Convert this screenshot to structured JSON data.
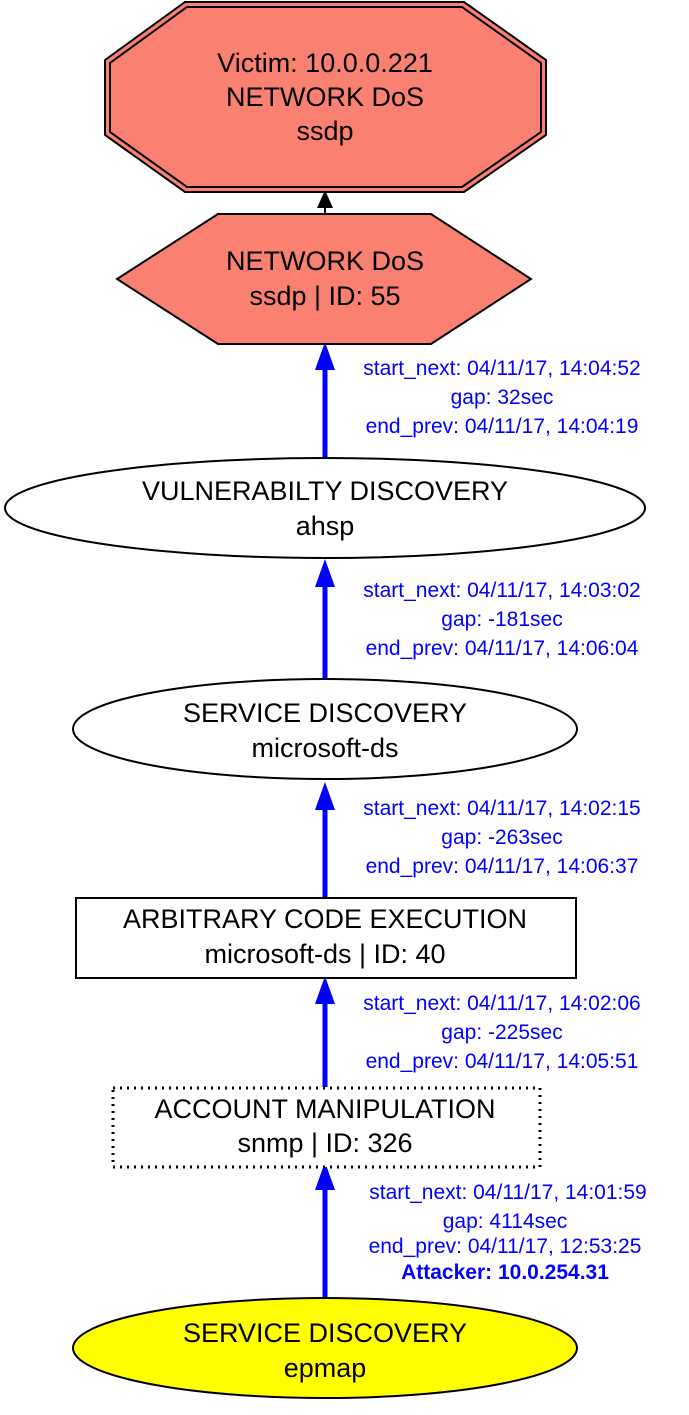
{
  "colors": {
    "edge": "#0000ff",
    "victim_fill": "#fa8072",
    "network_dos_fill": "#fa8072",
    "attacker_fill": "#ffff00",
    "stroke": "#000000",
    "background": "#ffffff"
  },
  "nodes": {
    "victim": {
      "shape": "double-octagon",
      "lines": [
        "Victim: 10.0.0.221",
        "NETWORK DoS",
        "ssdp"
      ]
    },
    "network_dos": {
      "shape": "hexagon",
      "lines": [
        "NETWORK DoS",
        "ssdp | ID: 55"
      ]
    },
    "vuln_discovery": {
      "shape": "ellipse",
      "lines": [
        "VULNERABILTY DISCOVERY",
        "ahsp"
      ]
    },
    "service_discovery_ms": {
      "shape": "ellipse",
      "lines": [
        "SERVICE DISCOVERY",
        "microsoft-ds"
      ]
    },
    "arbitrary_code": {
      "shape": "box",
      "lines": [
        "ARBITRARY CODE EXECUTION",
        "microsoft-ds | ID: 40"
      ]
    },
    "account_manip": {
      "shape": "dotted-box",
      "lines": [
        "ACCOUNT MANIPULATION",
        "snmp | ID: 326"
      ]
    },
    "attacker_service_discovery": {
      "shape": "ellipse",
      "lines": [
        "SERVICE DISCOVERY",
        "epmap"
      ]
    }
  },
  "edges": {
    "e1": {
      "lines": [
        "start_next: 04/11/17, 14:04:52",
        "gap: 32sec",
        "end_prev: 04/11/17, 14:04:19"
      ]
    },
    "e2": {
      "lines": [
        "start_next: 04/11/17, 14:03:02",
        "gap: -181sec",
        "end_prev: 04/11/17, 14:06:04"
      ]
    },
    "e3": {
      "lines": [
        "start_next: 04/11/17, 14:02:15",
        "gap: -263sec",
        "end_prev: 04/11/17, 14:06:37"
      ]
    },
    "e4": {
      "lines": [
        "start_next: 04/11/17, 14:02:06",
        "gap: -225sec",
        "end_prev: 04/11/17, 14:05:51"
      ]
    },
    "e5": {
      "lines": [
        "start_next: 04/11/17, 14:01:59",
        "gap: 4114sec",
        "end_prev: 04/11/17, 12:53:25"
      ],
      "attacker_label": "Attacker: 10.0.254.31"
    }
  }
}
